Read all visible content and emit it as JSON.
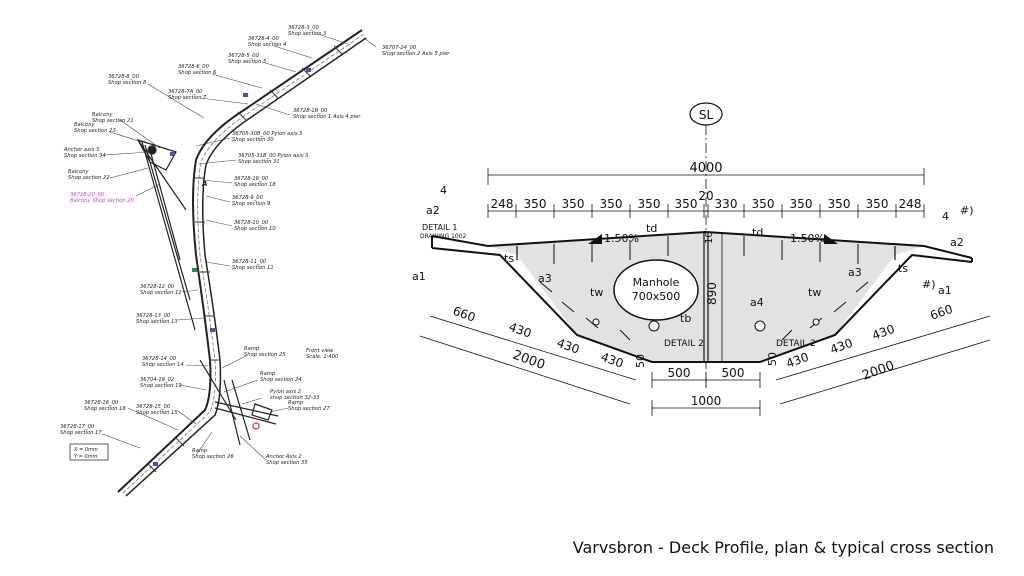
{
  "caption": "Varvsbron - Deck Profile, plan & typical cross section",
  "plan": {
    "labels": [
      {
        "code": "36728-3_00",
        "text": "Shop section 3"
      },
      {
        "code": "36728-4_00",
        "text": "Shop section 4"
      },
      {
        "code": "36707-24_00",
        "text": "Shop section 2 Axis 5 pier"
      },
      {
        "code": "36728-5_00",
        "text": "Shop section 5"
      },
      {
        "code": "36728-6_00",
        "text": "Shop section 6"
      },
      {
        "code": "36728-8_00",
        "text": "Shop section 8"
      },
      {
        "code": "36728-7A_00",
        "text": "Shop section 7"
      },
      {
        "code": "36728-1B_00",
        "text": "Shop section 1 Axis 4 pier"
      },
      {
        "code": "Balcony",
        "text": "Shop section 21"
      },
      {
        "code": "Balcony",
        "text": "Shop section 23"
      },
      {
        "code": "36705-30B_00 Pylon axis 3",
        "text": "Shop section 30"
      },
      {
        "code": "Anchor axis 3",
        "text": "Shop section 34"
      },
      {
        "code": "36705-31B_00 Pylon axis 3",
        "text": "Shop section 31"
      },
      {
        "code": "Balcony",
        "text": "Shop section 22"
      },
      {
        "code": "36728-18_00",
        "text": "Shop section 18"
      },
      {
        "code": "36728-20_00",
        "text": "Balcony Shop section 20"
      },
      {
        "code": "36728-9_00",
        "text": "Shop section 9"
      },
      {
        "code": "36728-10_00",
        "text": "Shop section 10"
      },
      {
        "code": "36728-11_00",
        "text": "Shop section 11"
      },
      {
        "code": "36728-12_00",
        "text": "Shop section 12"
      },
      {
        "code": "36728-13_00",
        "text": "Shop section 13"
      },
      {
        "code": "Ramp",
        "text": "Shop section 25"
      },
      {
        "code": "36728-14_00",
        "text": "Shop section 14"
      },
      {
        "code": "Front view",
        "text": "Scale: 1:400"
      },
      {
        "code": "Ramp",
        "text": "Shop section 24"
      },
      {
        "code": "36704-19_02",
        "text": "Shop section 19"
      },
      {
        "code": "Pylon axis 2",
        "text": "shop section 32-33"
      },
      {
        "code": "36728-16_00",
        "text": "Shop section 16"
      },
      {
        "code": "36728-15_00",
        "text": "Shop section 15"
      },
      {
        "code": "Ramp",
        "text": "Shop section 27"
      },
      {
        "code": "36728-17_00",
        "text": "Shop section 17"
      },
      {
        "code": "Ramp",
        "text": "Shop section 26"
      },
      {
        "code": "Anchor Axis 2",
        "text": "Shop section 35"
      }
    ],
    "marker_a": "A",
    "legend": [
      "X = 0mm",
      "Y = 0mm"
    ]
  },
  "section": {
    "axis_label": "SL",
    "overall_width": "4000",
    "top_dims": [
      "248",
      "350",
      "350",
      "350",
      "350",
      "350",
      "20",
      "330",
      "350",
      "350",
      "350",
      "350",
      "248"
    ],
    "slopes": [
      "1.50%",
      "1.50%"
    ],
    "manhole": [
      "Manhole",
      "700x500"
    ],
    "detail1": [
      "DETAIL 1",
      "DRAWING 1002"
    ],
    "detail2": "DETAIL 2",
    "height": "890",
    "web_thickness": "10",
    "left_web_dims": [
      "660",
      "430",
      "430",
      "430"
    ],
    "right_web_dims": [
      "430",
      "430",
      "430",
      "660"
    ],
    "bottom_dims": [
      "500",
      "500"
    ],
    "bottom_width": "1000",
    "half_width": "2000",
    "edge_offset": "50",
    "welds": [
      "a2",
      "a1",
      "a3",
      "a4",
      "a3",
      "a2",
      "a1"
    ],
    "thicknesses": [
      "td",
      "td",
      "ts",
      "ts",
      "tw",
      "tw",
      "tb"
    ],
    "hash_marks": "#)",
    "weld_size": "4"
  }
}
